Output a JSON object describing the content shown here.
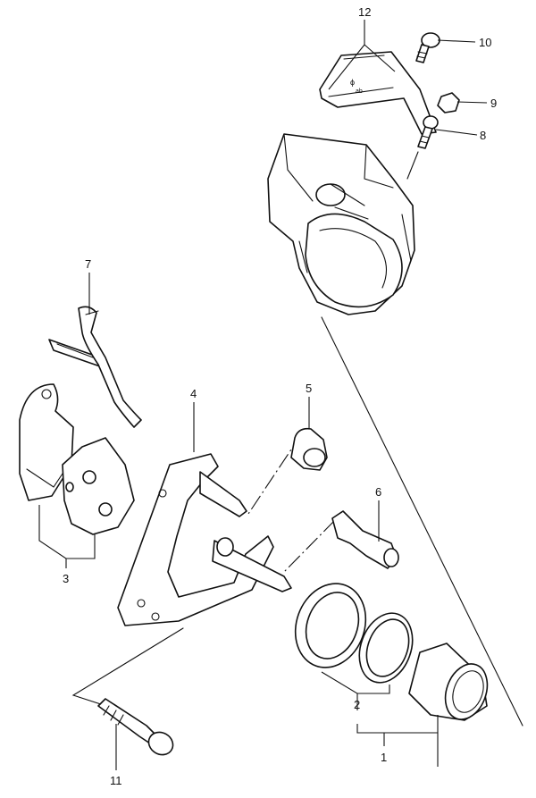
{
  "callouts": [
    "1",
    "2",
    "3",
    "4",
    "5",
    "6",
    "7",
    "8",
    "9",
    "10",
    "11",
    "12"
  ],
  "parts": [
    {
      "id": "caliper-body",
      "icon": "brake-caliper"
    },
    {
      "id": "bracket",
      "icon": "caliper-bracket"
    },
    {
      "id": "pads",
      "icon": "brake-pads"
    },
    {
      "id": "pad-spring",
      "icon": "spring-clip"
    },
    {
      "id": "pad-cover",
      "icon": "cover-plate"
    },
    {
      "id": "piston",
      "icon": "piston"
    },
    {
      "id": "seal-ring",
      "icon": "seal"
    },
    {
      "id": "dust-boot",
      "icon": "boot"
    },
    {
      "id": "bleeder",
      "icon": "bleed-valve"
    },
    {
      "id": "slide-boot",
      "icon": "rubber-boot"
    },
    {
      "id": "bolt",
      "icon": "mounting-bolt"
    }
  ]
}
